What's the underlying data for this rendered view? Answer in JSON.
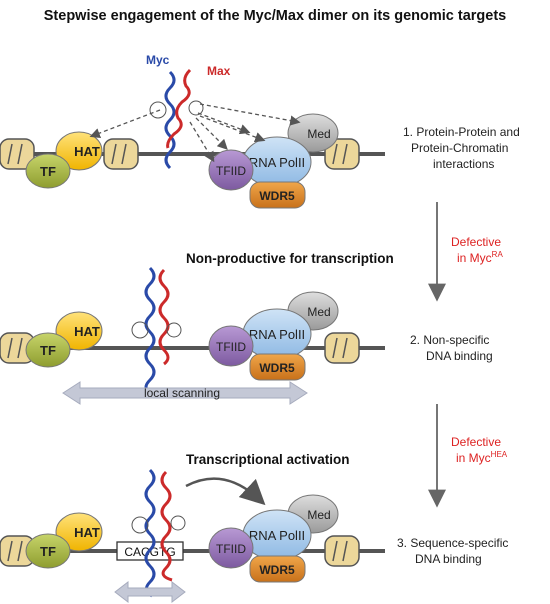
{
  "title": "Stepwise engagement of the Myc/Max dimer on its genomic targets",
  "labels": {
    "myc": "Myc",
    "max": "Max",
    "hat": "HAT",
    "tf": "TF",
    "tfiid": "TFIID",
    "rna_pol": "RNA PolII",
    "med": "Med",
    "wdr5": "WDR5",
    "local_scanning": "local scanning",
    "ebox": "CACGTG"
  },
  "panels": [
    {
      "heading": "",
      "step_line1": "1. Protein-Protein and",
      "step_line2": "Protein-Chromatin",
      "step_line3": "interactions"
    },
    {
      "heading": "Non-productive for transcription",
      "step_line1": "2. Non-specific",
      "step_line2": "DNA binding",
      "step_line3": ""
    },
    {
      "heading": "Transcriptional activation",
      "step_line1": "3. Sequence-specific",
      "step_line2": "DNA binding",
      "step_line3": ""
    }
  ],
  "transitions": [
    {
      "line1": "Defective",
      "line2": "in Myc",
      "sup": "RA"
    },
    {
      "line1": "Defective",
      "line2": "in Myc",
      "sup": "HEA"
    }
  ],
  "colors": {
    "hat": "#f5c21b",
    "tf": "#a8b545",
    "tfiid": "#9a78b8",
    "rna_pol": "#a9cbeb",
    "med": "#b4b4b4",
    "wdr5": "#e08a2a",
    "nucleosome": "#ecd79a",
    "dna": "#555555",
    "myc": "#2a4aa8",
    "max": "#cc2a2a",
    "defective_text": "#dd2222",
    "arrow_gray": "#c4c8d6"
  }
}
